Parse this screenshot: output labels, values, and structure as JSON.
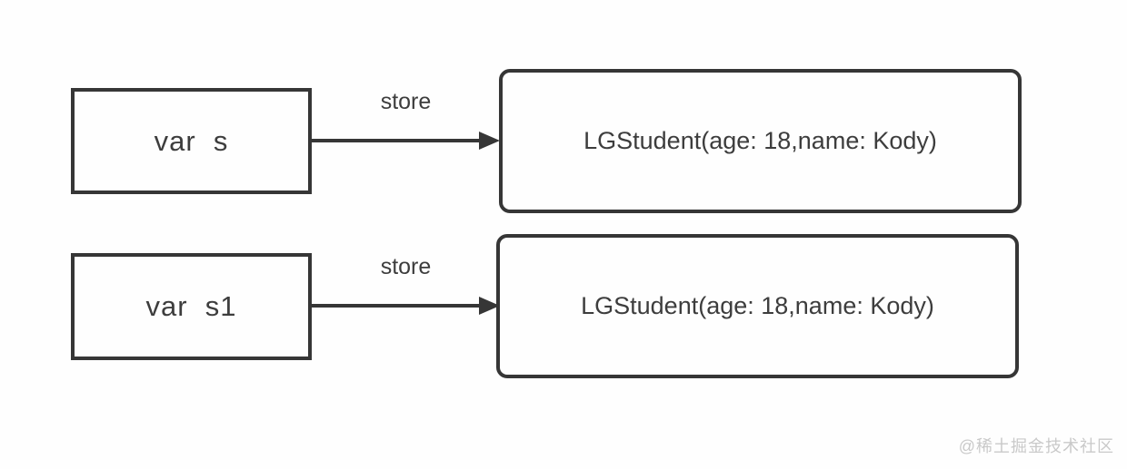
{
  "diagram": {
    "rows": [
      {
        "variable": "var  s",
        "arrow_label": "store",
        "object": "LGStudent(age: 18,name: Kody)"
      },
      {
        "variable": "var  s1",
        "arrow_label": "store",
        "object": "LGStudent(age: 18,name: Kody)"
      }
    ],
    "colors": {
      "stroke": "#363636",
      "text": "#3d3d3d",
      "background": "#fefefe",
      "watermark": "#c9c9c9"
    }
  },
  "watermark": "@稀土掘金技术社区"
}
